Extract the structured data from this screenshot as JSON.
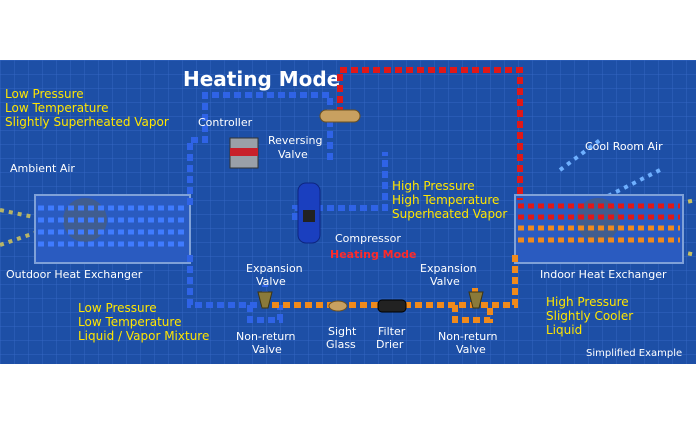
{
  "title": "Heating Mode",
  "colors": {
    "background": "#1d4fa6",
    "grid": "#3a6ccc",
    "cold_pipe": "#2f63e6",
    "hot_pipe": "#e01818",
    "warm_pipe": "#f08a1c",
    "label_yellow": "#ffe600",
    "label_white": "#ffffff",
    "label_red": "#ff2a2a"
  },
  "labels": {
    "low_pressure_vapor": [
      "Low Pressure",
      "Low Temperature",
      "Slightly Superheated Vapor"
    ],
    "high_pressure_vapor": [
      "High Pressure",
      "High Temperature",
      "Superheated Vapor"
    ],
    "low_pressure_mixture": [
      "Low Pressure",
      "Low Temperature",
      "Liquid / Vapor Mixture"
    ],
    "high_pressure_liquid": [
      "High Pressure",
      "Slightly Cooler",
      "Liquid"
    ],
    "ambient_air": "Ambient Air",
    "cool_room_air": "Cool Room Air",
    "controller": "Controller",
    "reversing_valve": [
      "Reversing",
      "Valve"
    ],
    "compressor": "Compressor",
    "mode_watermark": "Heating Mode",
    "outdoor_hx": "Outdoor Heat Exchanger",
    "indoor_hx": "Indoor Heat Exchanger",
    "expansion_valve_left": [
      "Expansion",
      "Valve"
    ],
    "expansion_valve_right": [
      "Expansion",
      "Valve"
    ],
    "non_return_left": [
      "Non-return",
      "Valve"
    ],
    "non_return_right": [
      "Non-return",
      "Valve"
    ],
    "sight_glass": [
      "Sight",
      "Glass"
    ],
    "filter_drier": [
      "Filter",
      "Drier"
    ],
    "footer": "Simplified Example"
  },
  "icons": {
    "outdoor_hx_fan": "fan-icon",
    "indoor_hx_fan": "fan-icon",
    "compressor": "compressor-icon",
    "controller": "controller-box-icon",
    "reversing_valve": "reversing-valve-icon"
  }
}
